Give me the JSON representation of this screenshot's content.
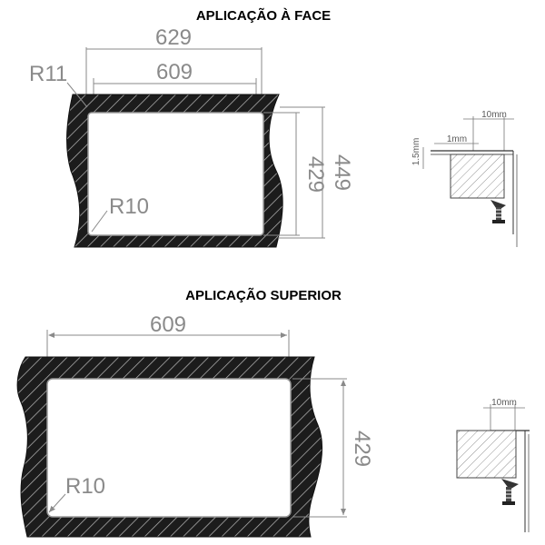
{
  "face": {
    "title": "APLICAÇÃO À FACE",
    "width_outer": "629",
    "width_inner": "609",
    "height_inner": "429",
    "height_outer": "449",
    "radius_outer": "R11",
    "radius_inner": "R10",
    "detail": {
      "lip_width": "10mm",
      "overlap": "1mm",
      "thickness": "1.5mm"
    }
  },
  "top": {
    "title": "APLICAÇÃO SUPERIOR",
    "width": "609",
    "height": "429",
    "radius": "R10",
    "detail": {
      "lip_width": "10mm"
    }
  }
}
